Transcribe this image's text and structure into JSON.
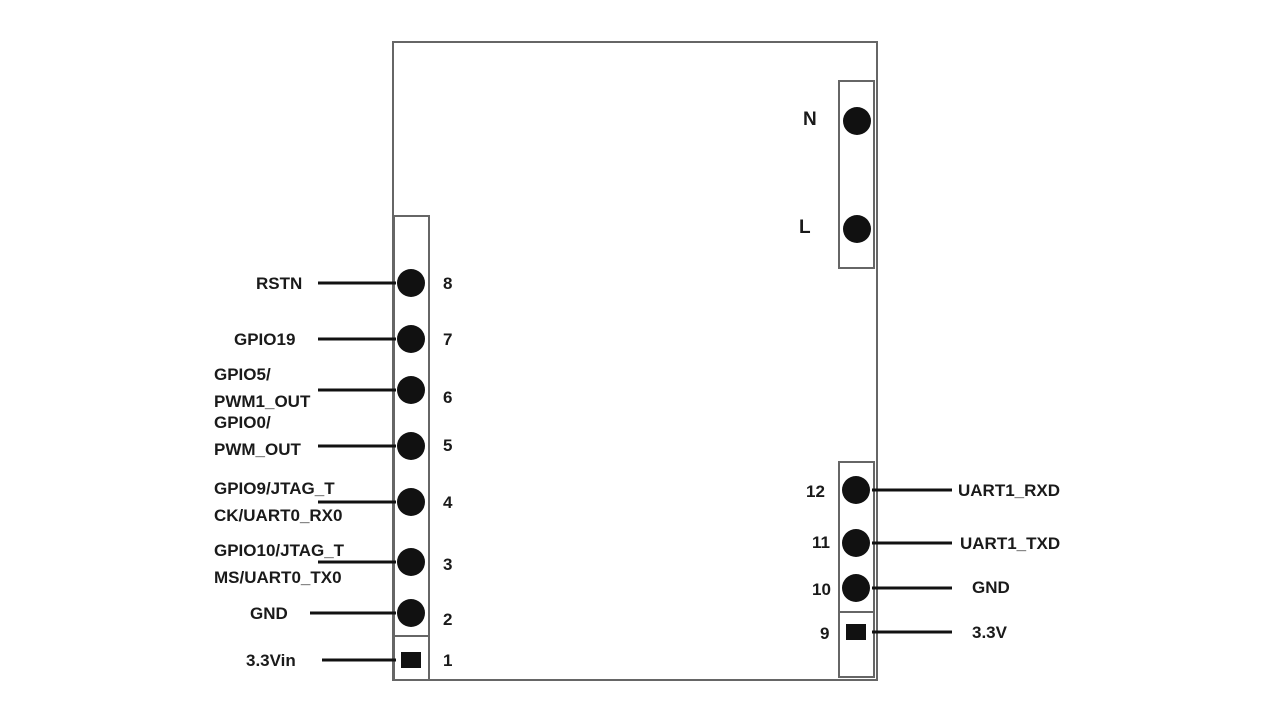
{
  "left_header": {
    "pins": [
      {
        "number": "8",
        "label": "RSTN",
        "shape": "round"
      },
      {
        "number": "7",
        "label": "GPIO19",
        "shape": "round"
      },
      {
        "number": "6",
        "label": "GPIO5/\nPWM1_OUT",
        "shape": "round"
      },
      {
        "number": "5",
        "label": "GPIO0/\nPWM_OUT",
        "shape": "round"
      },
      {
        "number": "4",
        "label": "GPIO9/JTAG_T\nCK/UART0_RX0",
        "shape": "round"
      },
      {
        "number": "3",
        "label": "GPIO10/JTAG_T\nMS/UART0_TX0",
        "shape": "round"
      },
      {
        "number": "2",
        "label": "GND",
        "shape": "round"
      },
      {
        "number": "1",
        "label": "3.3Vin",
        "shape": "square"
      }
    ]
  },
  "right_header": {
    "pins": [
      {
        "number": "12",
        "label": "UART1_RXD",
        "shape": "round"
      },
      {
        "number": "11",
        "label": "UART1_TXD",
        "shape": "round"
      },
      {
        "number": "10",
        "label": "GND",
        "shape": "round"
      },
      {
        "number": "9",
        "label": "3.3V",
        "shape": "square"
      }
    ]
  },
  "power_header": {
    "pins": [
      {
        "label": "N",
        "shape": "round"
      },
      {
        "label": "L",
        "shape": "round"
      }
    ]
  },
  "colors": {
    "ink": "#111111",
    "outline": "#666666",
    "background": "#ffffff"
  }
}
